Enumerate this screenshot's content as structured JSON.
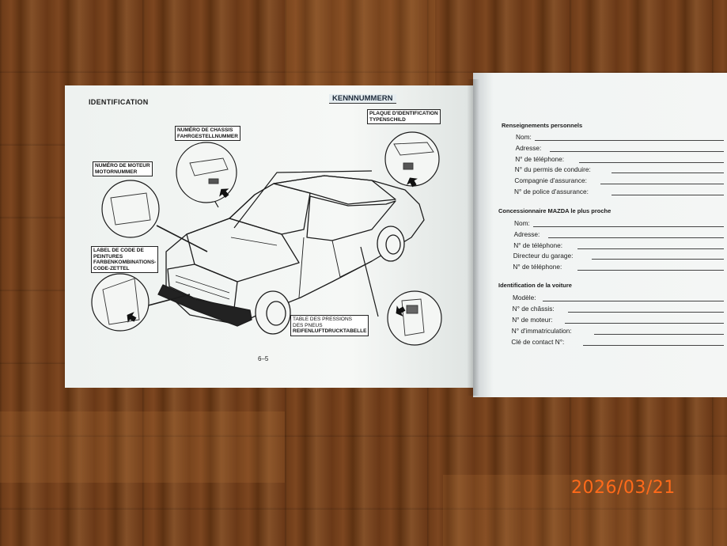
{
  "left_page": {
    "heading": "IDENTIFICATION",
    "title": "KENNNUMMERN",
    "callouts": {
      "plaque": [
        "PLAQUE D'IDENTIFICATION",
        "TYPENSCHILD"
      ],
      "chassis": [
        "NUMÉRO DE CHASSIS",
        "FAHRGESTELLNUMMER"
      ],
      "moteur": [
        "NUMÉRO DE MOTEUR",
        "MOTORNUMMER"
      ],
      "label_code": [
        "LABEL DE CODE DE",
        "PEINTURES",
        "FARBENKOMBINATIONS-",
        "CODE-ZETTEL"
      ],
      "pressions": [
        "TABLE DES PRESSIONS",
        "DES PNEUS",
        "REIFENLUFTDRUCKTABELLE"
      ]
    },
    "page_number": "6–5"
  },
  "right_page": {
    "sections": [
      {
        "heading": "Renseignements personnels",
        "fields": [
          "Nom:",
          "Adresse:",
          "N° de téléphone:",
          "N° du permis de conduire:",
          "Compagnie d'assurance:",
          "N° de police d'assurance:"
        ]
      },
      {
        "heading": "Concessionnaire MAZDA le plus proche",
        "fields": [
          "Nom:",
          "Adresse:",
          "N° de téléphone:",
          "Directeur du garage:",
          "N° de téléphone:"
        ]
      },
      {
        "heading": "Identification de la voiture",
        "fields": [
          "Modèle:",
          "N° de châssis:",
          "N° de moteur:",
          "N° d'immatriculation:",
          "Clé de contact N°:"
        ]
      }
    ]
  },
  "date_stamp": "2026/03/21",
  "colors": {
    "stamp": "#ff6a1a",
    "wood": "#6b3a17",
    "paper": "#f4f6f4"
  }
}
